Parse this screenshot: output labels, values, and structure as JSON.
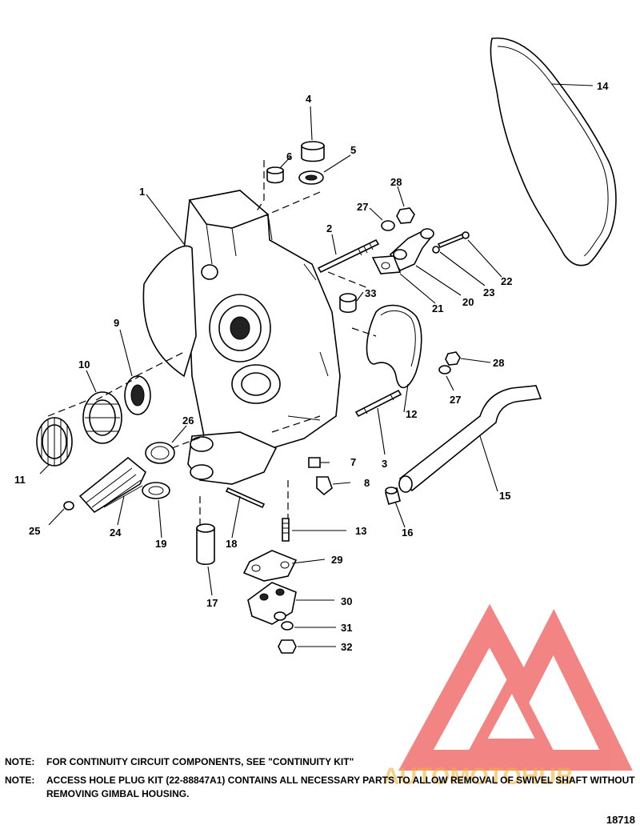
{
  "callouts": [
    "1",
    "2",
    "3",
    "4",
    "5",
    "6",
    "7",
    "8",
    "9",
    "10",
    "11",
    "12",
    "13",
    "14",
    "15",
    "16",
    "17",
    "18",
    "19",
    "20",
    "21",
    "22",
    "23",
    "24",
    "25",
    "26",
    "27",
    "28",
    "29",
    "30",
    "31",
    "32",
    "33",
    "27",
    "28"
  ],
  "notes": [
    {
      "label": "NOTE:",
      "text": "FOR CONTINUITY CIRCUIT COMPONENTS, SEE \"CONTINUITY KIT\""
    },
    {
      "label": "NOTE:",
      "text": "ACCESS HOLE PLUG KIT (22-88847A1) CONTAINS ALL NECESSARY PARTS TO ALLOW REMOVAL OF SWIVEL SHAFT WITHOUT REMOVING GIMBAL HOUSING."
    }
  ],
  "figure_number": "18718",
  "watermark": {
    "text": "AUTOMOTOHUB",
    "color": "#e8231f"
  }
}
